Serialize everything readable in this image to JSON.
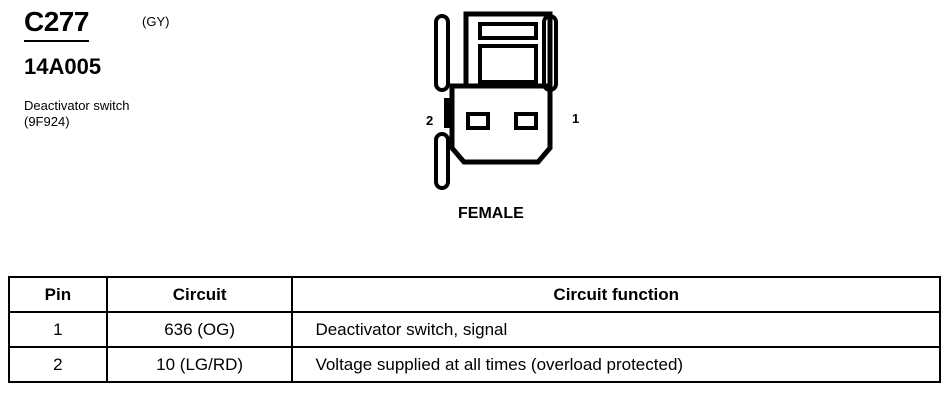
{
  "connector": {
    "id": "C277",
    "color": "(GY)",
    "part_number": "14A005",
    "description": "Deactivator switch",
    "sub_reference": "(9F924)"
  },
  "diagram": {
    "pin_left": "2",
    "pin_right": "1",
    "view": "FEMALE"
  },
  "table": {
    "headers": [
      "Pin",
      "Circuit",
      "Circuit function"
    ],
    "rows": [
      {
        "pin": "1",
        "circuit": "636 (OG)",
        "function": "Deactivator switch, signal"
      },
      {
        "pin": "2",
        "circuit": "10 (LG/RD)",
        "function": "Voltage supplied at all times (overload protected)"
      }
    ]
  }
}
